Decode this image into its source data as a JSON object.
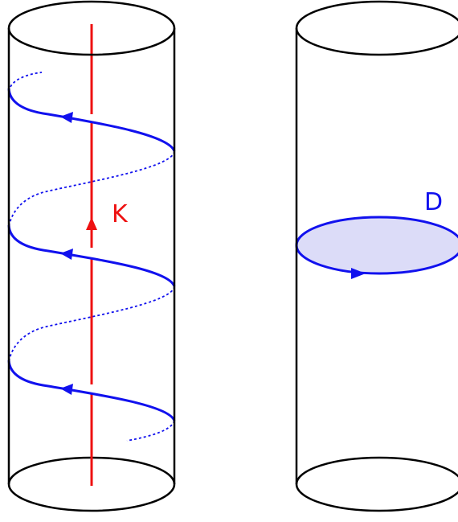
{
  "labels": {
    "knot": "K",
    "disk": "D"
  },
  "colors": {
    "outline": "#000000",
    "knot": "#ee1111",
    "helix": "#1111ee",
    "disk_fill": "#dcdcf8",
    "background": "#ffffff"
  },
  "icons": {
    "helix_arrow": "arrowhead-left",
    "knot_arrow": "arrowhead-up",
    "disk_arrow": "arrowhead-right"
  }
}
